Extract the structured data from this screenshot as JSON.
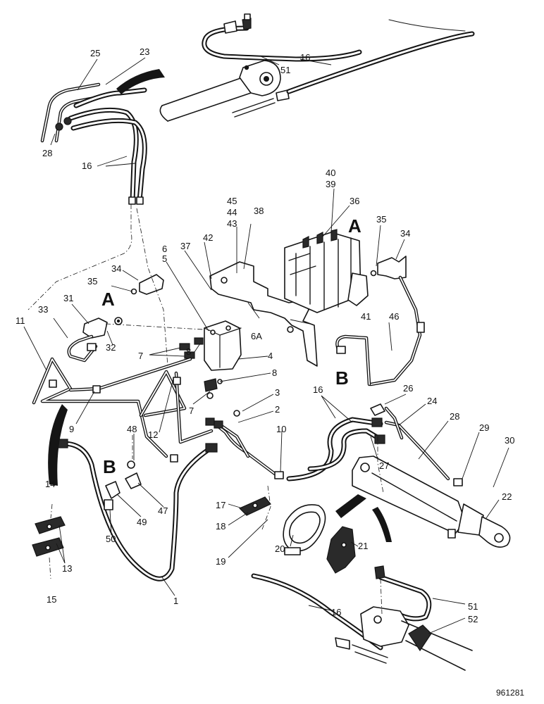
{
  "diagram": {
    "reference": "961281",
    "section_markers": [
      {
        "id": "A-top",
        "text": "A"
      },
      {
        "id": "A-left",
        "text": "A"
      },
      {
        "id": "B-right",
        "text": "B"
      },
      {
        "id": "B-left",
        "text": "B"
      }
    ],
    "callouts": [
      {
        "id": "c25",
        "text": "25"
      },
      {
        "id": "c23",
        "text": "23"
      },
      {
        "id": "c28a",
        "text": "28"
      },
      {
        "id": "c16a",
        "text": "16"
      },
      {
        "id": "c51a",
        "text": "51"
      },
      {
        "id": "c16b",
        "text": "16"
      },
      {
        "id": "c40",
        "text": "40"
      },
      {
        "id": "c39",
        "text": "39"
      },
      {
        "id": "c36",
        "text": "36"
      },
      {
        "id": "c45",
        "text": "45"
      },
      {
        "id": "c44",
        "text": "44"
      },
      {
        "id": "c43",
        "text": "43"
      },
      {
        "id": "c38",
        "text": "38"
      },
      {
        "id": "c35a",
        "text": "35"
      },
      {
        "id": "c34a",
        "text": "34"
      },
      {
        "id": "c6",
        "text": "6"
      },
      {
        "id": "c5",
        "text": "5"
      },
      {
        "id": "c42",
        "text": "42"
      },
      {
        "id": "c37",
        "text": "37"
      },
      {
        "id": "c34b",
        "text": "34"
      },
      {
        "id": "c35b",
        "text": "35"
      },
      {
        "id": "c31",
        "text": "31"
      },
      {
        "id": "c33",
        "text": "33"
      },
      {
        "id": "c11",
        "text": "11"
      },
      {
        "id": "c6A",
        "text": "6A"
      },
      {
        "id": "c41",
        "text": "41"
      },
      {
        "id": "c46",
        "text": "46"
      },
      {
        "id": "c32",
        "text": "32"
      },
      {
        "id": "c7a",
        "text": "7"
      },
      {
        "id": "c8a",
        "text": "8"
      },
      {
        "id": "c4",
        "text": "4"
      },
      {
        "id": "c8b",
        "text": "8"
      },
      {
        "id": "c3",
        "text": "3"
      },
      {
        "id": "c7b",
        "text": "7"
      },
      {
        "id": "c2",
        "text": "2"
      },
      {
        "id": "c16c",
        "text": "16"
      },
      {
        "id": "c26",
        "text": "26"
      },
      {
        "id": "c24",
        "text": "24"
      },
      {
        "id": "c28b",
        "text": "28"
      },
      {
        "id": "c29",
        "text": "29"
      },
      {
        "id": "c30",
        "text": "30"
      },
      {
        "id": "c9",
        "text": "9"
      },
      {
        "id": "c48",
        "text": "48"
      },
      {
        "id": "c12",
        "text": "12"
      },
      {
        "id": "c10",
        "text": "10"
      },
      {
        "id": "c27",
        "text": "27"
      },
      {
        "id": "c22",
        "text": "22"
      },
      {
        "id": "c14",
        "text": "14"
      },
      {
        "id": "c47",
        "text": "47"
      },
      {
        "id": "c49",
        "text": "49"
      },
      {
        "id": "c17",
        "text": "17"
      },
      {
        "id": "c18",
        "text": "18"
      },
      {
        "id": "c50",
        "text": "50"
      },
      {
        "id": "c20",
        "text": "20"
      },
      {
        "id": "c21",
        "text": "21"
      },
      {
        "id": "c13",
        "text": "13"
      },
      {
        "id": "c19",
        "text": "19"
      },
      {
        "id": "c1",
        "text": "1"
      },
      {
        "id": "c15",
        "text": "15"
      },
      {
        "id": "c51b",
        "text": "51"
      },
      {
        "id": "c16d",
        "text": "16"
      },
      {
        "id": "c52",
        "text": "52"
      }
    ]
  }
}
